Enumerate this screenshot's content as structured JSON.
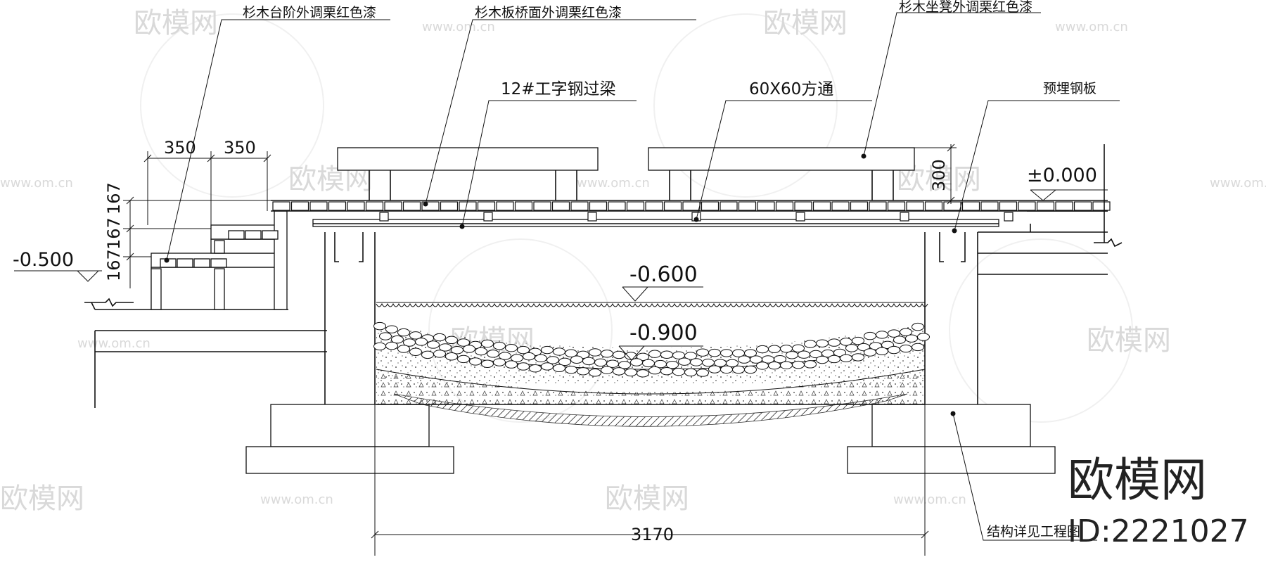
{
  "labels": {
    "step_paint": "杉木台阶外调栗红色漆",
    "deck_paint": "杉木板桥面外调栗红色漆",
    "bench_paint": "杉木坐凳外调栗红色漆",
    "beam": "12#工字钢过梁",
    "square_tube": "60X60方通",
    "embedded_plate": "预埋钢板",
    "structure_note": "结构详见工程图"
  },
  "dimensions": {
    "step_width_1": "350",
    "step_width_2": "350",
    "riser_1": "167",
    "riser_2": "167",
    "riser_3": "167",
    "bench_height": "300",
    "span": "3170"
  },
  "levels": {
    "zero": "±0.000",
    "step_base": "-0.500",
    "water": "-0.600",
    "pond_bottom": "-0.900"
  },
  "watermark": {
    "brand": "欧模网",
    "url": "www.om.cn",
    "id": "ID:2221027"
  }
}
